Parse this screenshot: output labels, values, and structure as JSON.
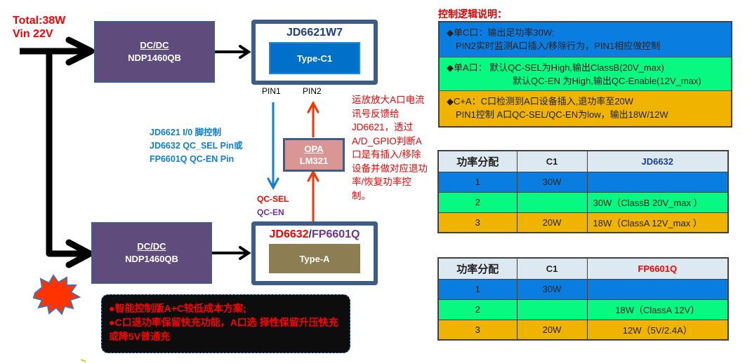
{
  "input": {
    "total": "Total:38W",
    "vin": "Vin  22V"
  },
  "dcdc_top": {
    "title": "DC/DC",
    "part": "NDP1460QB"
  },
  "dcdc_bottom": {
    "title": "DC/DC",
    "part": "NDP1460QB"
  },
  "chip_c": {
    "title": "JD6621W7",
    "port": "Type-C1"
  },
  "chip_a": {
    "title_red": "JD6632",
    "slash": "/",
    "title_purple": "FP6601Q",
    "port": "Type-A"
  },
  "pins": {
    "pin1": "PIN1",
    "pin2": "PIN2"
  },
  "control_note": [
    "JD6621   I/0 脚控制",
    "JD6632  QC_SEL Pin或",
    "FP6601Q  QC-EN Pin"
  ],
  "signals": {
    "qc_sel": "QC-SEL",
    "qc_en": "QC-EN"
  },
  "opa": {
    "title": "OPA",
    "part": "LM321"
  },
  "feedback_note": "运放放大A口电流讯号反馈给JD6621，透过  A/D_GPIO判断A口是有插入/移除设备并做对应退功率/恢复功率控制。",
  "summary": [
    "●智能控制版A+C较低成本方案;",
    "●C口退功率保留快充功能，A口选 择性保留升压快充或降5V普通充"
  ],
  "logic": {
    "title": "控制逻辑说明：",
    "blocks": [
      {
        "lines": [
          "◆单C口：输出足功率30W;",
          "PIN2实时监测A口插入/移除行为，PIN1相应做控制"
        ],
        "color": "#0a7ee0"
      },
      {
        "lines": [
          "◆单A口：  默认QC-SEL为High,输出ClassB(20V_max)",
          "默认QC-EN 为High,输出QC-Enable(12V_max)"
        ],
        "color": "#07f982"
      },
      {
        "lines": [
          "◆C+A：C口检测到A口设备插入,退功率至20W",
          "PIN1控制 A口QC-SEL/QC-EN为low，输出18W/12W"
        ],
        "color": "#f0b400"
      }
    ]
  },
  "table_jd6632": {
    "headers": [
      "功率分配",
      "C1",
      "JD6632"
    ],
    "rows": [
      [
        "1",
        "30W",
        ""
      ],
      [
        "2",
        "",
        "30W（ClassB  20V_max ）"
      ],
      [
        "3",
        "20W",
        "18W（ClassA  12V_max ）"
      ]
    ]
  },
  "table_fp6601q": {
    "headers": [
      "功率分配",
      "C1",
      "FP6601Q"
    ],
    "rows": [
      [
        "1",
        "30W",
        ""
      ],
      [
        "2",
        "",
        "18W（ClassA 12V）"
      ],
      [
        "3",
        "20W",
        "12W（5V/2.4A）"
      ]
    ]
  }
}
